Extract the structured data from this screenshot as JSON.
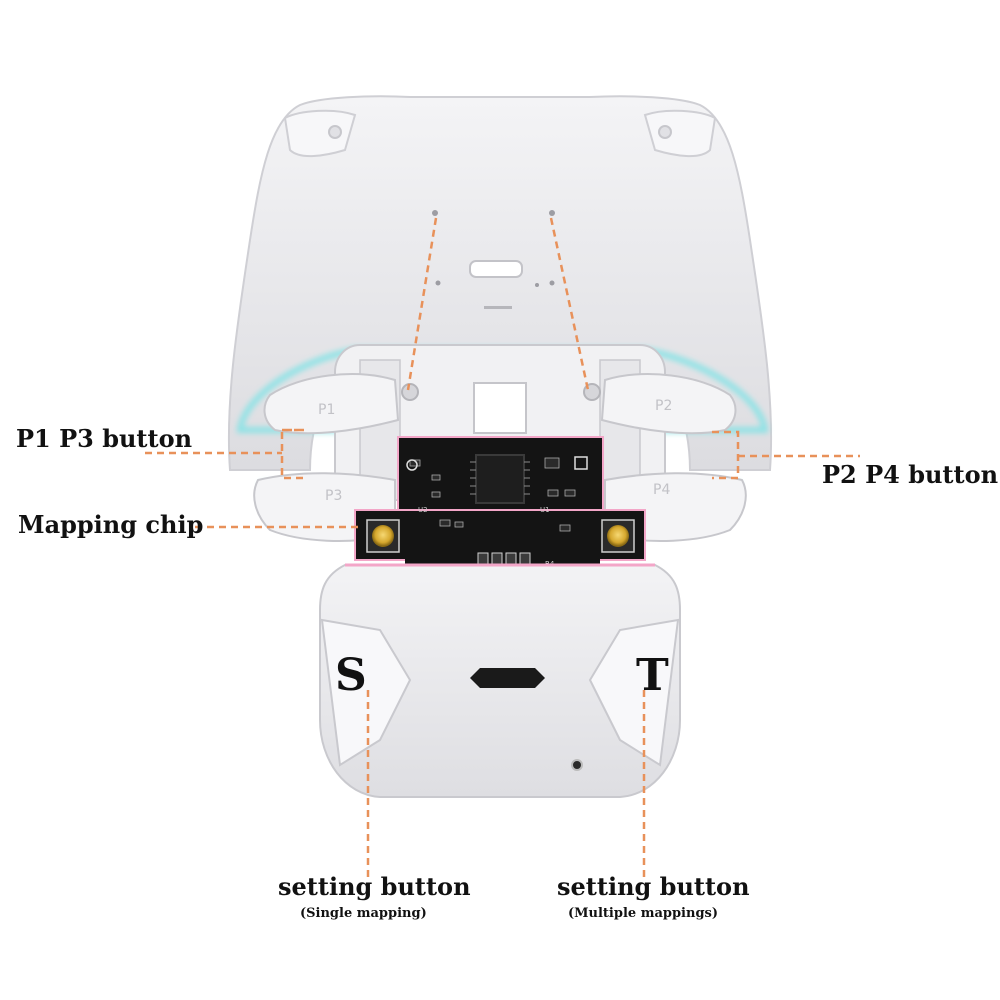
{
  "labels": {
    "p1p3": "P1 P3 button",
    "p2p4": "P2 P4 button",
    "mapping_chip": "Mapping chip",
    "setting_s_title": "setting button",
    "setting_s_sub": "(Single mapping)",
    "setting_t_title": "setting button",
    "setting_t_sub": "(Multiple mappings)"
  },
  "paddles": {
    "p1": "P1",
    "p2": "P2",
    "p3": "P3",
    "p4": "P4"
  },
  "module": {
    "s_letter": "S",
    "t_letter": "T"
  },
  "chip_marks": {
    "u1": "U1",
    "u2": "U2",
    "r4": "R4"
  },
  "colors": {
    "leader": "#e8915a",
    "shell": "#e9e9ec",
    "pcb": "#141414",
    "glow_pink": "#f3a6c8",
    "glow_cyan": "#7fe3e6",
    "gold": "#d9b23a"
  }
}
